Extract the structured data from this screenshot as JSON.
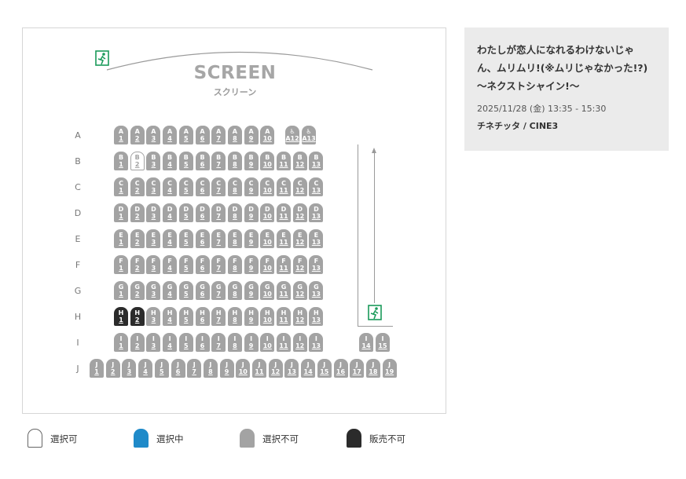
{
  "screen": {
    "title": "SCREEN",
    "subtitle": "スクリーン"
  },
  "colors": {
    "available": "#ffffff",
    "selected": "#1f8ac9",
    "unavailable": "#a3a3a3",
    "sold": "#2b2b2b",
    "exit": "#1a9a5a"
  },
  "icons": {
    "exit": "emergency-exit-icon",
    "wheelchair": "wheelchair-icon"
  },
  "rows": [
    {
      "label": "A",
      "seats": [
        {
          "row": "A",
          "num": "1",
          "status": "unavailable"
        },
        {
          "row": "A",
          "num": "2",
          "status": "unavailable"
        },
        {
          "row": "A",
          "num": "3",
          "status": "unavailable"
        },
        {
          "row": "A",
          "num": "4",
          "status": "unavailable"
        },
        {
          "row": "A",
          "num": "5",
          "status": "unavailable"
        },
        {
          "row": "A",
          "num": "6",
          "status": "unavailable"
        },
        {
          "row": "A",
          "num": "7",
          "status": "unavailable"
        },
        {
          "row": "A",
          "num": "8",
          "status": "unavailable"
        },
        {
          "row": "A",
          "num": "9",
          "status": "unavailable"
        },
        {
          "row": "A",
          "num": "10",
          "status": "unavailable"
        },
        {
          "row": "",
          "num": "A12",
          "status": "wheelchair"
        },
        {
          "row": "",
          "num": "A13",
          "status": "wheelchair"
        }
      ]
    },
    {
      "label": "B",
      "seats": [
        {
          "row": "B",
          "num": "1",
          "status": "unavailable"
        },
        {
          "row": "B",
          "num": "2",
          "status": "available"
        },
        {
          "row": "B",
          "num": "3",
          "status": "unavailable"
        },
        {
          "row": "B",
          "num": "4",
          "status": "unavailable"
        },
        {
          "row": "B",
          "num": "5",
          "status": "unavailable"
        },
        {
          "row": "B",
          "num": "6",
          "status": "unavailable"
        },
        {
          "row": "B",
          "num": "7",
          "status": "unavailable"
        },
        {
          "row": "B",
          "num": "8",
          "status": "unavailable"
        },
        {
          "row": "B",
          "num": "9",
          "status": "unavailable"
        },
        {
          "row": "B",
          "num": "10",
          "status": "unavailable"
        },
        {
          "row": "B",
          "num": "11",
          "status": "unavailable"
        },
        {
          "row": "B",
          "num": "12",
          "status": "unavailable"
        },
        {
          "row": "B",
          "num": "13",
          "status": "unavailable"
        }
      ]
    },
    {
      "label": "C",
      "seats": [
        {
          "row": "C",
          "num": "1",
          "status": "unavailable"
        },
        {
          "row": "C",
          "num": "2",
          "status": "unavailable"
        },
        {
          "row": "C",
          "num": "3",
          "status": "unavailable"
        },
        {
          "row": "C",
          "num": "4",
          "status": "unavailable"
        },
        {
          "row": "C",
          "num": "5",
          "status": "unavailable"
        },
        {
          "row": "C",
          "num": "6",
          "status": "unavailable"
        },
        {
          "row": "C",
          "num": "7",
          "status": "unavailable"
        },
        {
          "row": "C",
          "num": "8",
          "status": "unavailable"
        },
        {
          "row": "C",
          "num": "9",
          "status": "unavailable"
        },
        {
          "row": "C",
          "num": "10",
          "status": "unavailable"
        },
        {
          "row": "C",
          "num": "11",
          "status": "unavailable"
        },
        {
          "row": "C",
          "num": "12",
          "status": "unavailable"
        },
        {
          "row": "C",
          "num": "13",
          "status": "unavailable"
        }
      ]
    },
    {
      "label": "D",
      "seats": [
        {
          "row": "D",
          "num": "1",
          "status": "unavailable"
        },
        {
          "row": "D",
          "num": "2",
          "status": "unavailable"
        },
        {
          "row": "D",
          "num": "3",
          "status": "unavailable"
        },
        {
          "row": "D",
          "num": "4",
          "status": "unavailable"
        },
        {
          "row": "D",
          "num": "5",
          "status": "unavailable"
        },
        {
          "row": "D",
          "num": "6",
          "status": "unavailable"
        },
        {
          "row": "D",
          "num": "7",
          "status": "unavailable"
        },
        {
          "row": "D",
          "num": "8",
          "status": "unavailable"
        },
        {
          "row": "D",
          "num": "9",
          "status": "unavailable"
        },
        {
          "row": "D",
          "num": "10",
          "status": "unavailable"
        },
        {
          "row": "D",
          "num": "11",
          "status": "unavailable"
        },
        {
          "row": "D",
          "num": "12",
          "status": "unavailable"
        },
        {
          "row": "D",
          "num": "13",
          "status": "unavailable"
        }
      ]
    },
    {
      "label": "E",
      "seats": [
        {
          "row": "E",
          "num": "1",
          "status": "unavailable"
        },
        {
          "row": "E",
          "num": "2",
          "status": "unavailable"
        },
        {
          "row": "E",
          "num": "3",
          "status": "unavailable"
        },
        {
          "row": "E",
          "num": "4",
          "status": "unavailable"
        },
        {
          "row": "E",
          "num": "5",
          "status": "unavailable"
        },
        {
          "row": "E",
          "num": "6",
          "status": "unavailable"
        },
        {
          "row": "E",
          "num": "7",
          "status": "unavailable"
        },
        {
          "row": "E",
          "num": "8",
          "status": "unavailable"
        },
        {
          "row": "E",
          "num": "9",
          "status": "unavailable"
        },
        {
          "row": "E",
          "num": "10",
          "status": "unavailable"
        },
        {
          "row": "E",
          "num": "11",
          "status": "unavailable"
        },
        {
          "row": "E",
          "num": "12",
          "status": "unavailable"
        },
        {
          "row": "E",
          "num": "13",
          "status": "unavailable"
        }
      ]
    },
    {
      "label": "F",
      "seats": [
        {
          "row": "F",
          "num": "1",
          "status": "unavailable"
        },
        {
          "row": "F",
          "num": "2",
          "status": "unavailable"
        },
        {
          "row": "F",
          "num": "3",
          "status": "unavailable"
        },
        {
          "row": "F",
          "num": "4",
          "status": "unavailable"
        },
        {
          "row": "F",
          "num": "5",
          "status": "unavailable"
        },
        {
          "row": "F",
          "num": "6",
          "status": "unavailable"
        },
        {
          "row": "F",
          "num": "7",
          "status": "unavailable"
        },
        {
          "row": "F",
          "num": "8",
          "status": "unavailable"
        },
        {
          "row": "F",
          "num": "9",
          "status": "unavailable"
        },
        {
          "row": "F",
          "num": "10",
          "status": "unavailable"
        },
        {
          "row": "F",
          "num": "11",
          "status": "unavailable"
        },
        {
          "row": "F",
          "num": "12",
          "status": "unavailable"
        },
        {
          "row": "F",
          "num": "13",
          "status": "unavailable"
        }
      ]
    },
    {
      "label": "G",
      "seats": [
        {
          "row": "G",
          "num": "1",
          "status": "unavailable"
        },
        {
          "row": "G",
          "num": "2",
          "status": "unavailable"
        },
        {
          "row": "G",
          "num": "3",
          "status": "unavailable"
        },
        {
          "row": "G",
          "num": "4",
          "status": "unavailable"
        },
        {
          "row": "G",
          "num": "5",
          "status": "unavailable"
        },
        {
          "row": "G",
          "num": "6",
          "status": "unavailable"
        },
        {
          "row": "G",
          "num": "7",
          "status": "unavailable"
        },
        {
          "row": "G",
          "num": "8",
          "status": "unavailable"
        },
        {
          "row": "G",
          "num": "9",
          "status": "unavailable"
        },
        {
          "row": "G",
          "num": "10",
          "status": "unavailable"
        },
        {
          "row": "G",
          "num": "11",
          "status": "unavailable"
        },
        {
          "row": "G",
          "num": "12",
          "status": "unavailable"
        },
        {
          "row": "G",
          "num": "13",
          "status": "unavailable"
        }
      ]
    },
    {
      "label": "H",
      "seats": [
        {
          "row": "H",
          "num": "1",
          "status": "sold"
        },
        {
          "row": "H",
          "num": "2",
          "status": "sold"
        },
        {
          "row": "H",
          "num": "3",
          "status": "unavailable"
        },
        {
          "row": "H",
          "num": "4",
          "status": "unavailable"
        },
        {
          "row": "H",
          "num": "5",
          "status": "unavailable"
        },
        {
          "row": "H",
          "num": "6",
          "status": "unavailable"
        },
        {
          "row": "H",
          "num": "7",
          "status": "unavailable"
        },
        {
          "row": "H",
          "num": "8",
          "status": "unavailable"
        },
        {
          "row": "H",
          "num": "9",
          "status": "unavailable"
        },
        {
          "row": "H",
          "num": "10",
          "status": "unavailable"
        },
        {
          "row": "H",
          "num": "11",
          "status": "unavailable"
        },
        {
          "row": "H",
          "num": "12",
          "status": "unavailable"
        },
        {
          "row": "H",
          "num": "13",
          "status": "unavailable"
        }
      ]
    },
    {
      "label": "I",
      "seats": [
        {
          "row": "I",
          "num": "1",
          "status": "unavailable"
        },
        {
          "row": "I",
          "num": "2",
          "status": "unavailable"
        },
        {
          "row": "I",
          "num": "3",
          "status": "unavailable"
        },
        {
          "row": "I",
          "num": "4",
          "status": "unavailable"
        },
        {
          "row": "I",
          "num": "5",
          "status": "unavailable"
        },
        {
          "row": "I",
          "num": "6",
          "status": "unavailable"
        },
        {
          "row": "I",
          "num": "7",
          "status": "unavailable"
        },
        {
          "row": "I",
          "num": "8",
          "status": "unavailable"
        },
        {
          "row": "I",
          "num": "9",
          "status": "unavailable"
        },
        {
          "row": "I",
          "num": "10",
          "status": "unavailable"
        },
        {
          "row": "I",
          "num": "11",
          "status": "unavailable"
        },
        {
          "row": "I",
          "num": "12",
          "status": "unavailable"
        },
        {
          "row": "I",
          "num": "13",
          "status": "unavailable"
        },
        {
          "row": "I",
          "num": "14",
          "status": "unavailable"
        },
        {
          "row": "I",
          "num": "15",
          "status": "unavailable"
        }
      ]
    },
    {
      "label": "J",
      "seats": [
        {
          "row": "J",
          "num": "1",
          "status": "unavailable"
        },
        {
          "row": "J",
          "num": "2",
          "status": "unavailable"
        },
        {
          "row": "J",
          "num": "3",
          "status": "unavailable"
        },
        {
          "row": "J",
          "num": "4",
          "status": "unavailable"
        },
        {
          "row": "J",
          "num": "5",
          "status": "unavailable"
        },
        {
          "row": "J",
          "num": "6",
          "status": "unavailable"
        },
        {
          "row": "J",
          "num": "7",
          "status": "unavailable"
        },
        {
          "row": "J",
          "num": "8",
          "status": "unavailable"
        },
        {
          "row": "J",
          "num": "9",
          "status": "unavailable"
        },
        {
          "row": "J",
          "num": "10",
          "status": "unavailable"
        },
        {
          "row": "J",
          "num": "11",
          "status": "unavailable"
        },
        {
          "row": "J",
          "num": "12",
          "status": "unavailable"
        },
        {
          "row": "J",
          "num": "13",
          "status": "unavailable"
        },
        {
          "row": "J",
          "num": "14",
          "status": "unavailable"
        },
        {
          "row": "J",
          "num": "15",
          "status": "unavailable"
        },
        {
          "row": "J",
          "num": "16",
          "status": "unavailable"
        },
        {
          "row": "J",
          "num": "17",
          "status": "unavailable"
        },
        {
          "row": "J",
          "num": "18",
          "status": "unavailable"
        },
        {
          "row": "J",
          "num": "19",
          "status": "unavailable"
        }
      ]
    }
  ],
  "movie": {
    "title_line1": "わたしが恋人になれるわけないじゃ",
    "title_line2": "ん、ムリムリ!(※ムリじゃなかった!?)",
    "title_line3": "〜ネクストシャイン!〜",
    "datetime": "2025/11/28 (金) 13:35 - 15:30",
    "theater": "チネチッタ / CINE3"
  },
  "legend": [
    {
      "label": "選択可",
      "status": "available"
    },
    {
      "label": "選択中",
      "status": "selected"
    },
    {
      "label": "選択不可",
      "status": "unavailable"
    },
    {
      "label": "販売不可",
      "status": "sold"
    }
  ]
}
